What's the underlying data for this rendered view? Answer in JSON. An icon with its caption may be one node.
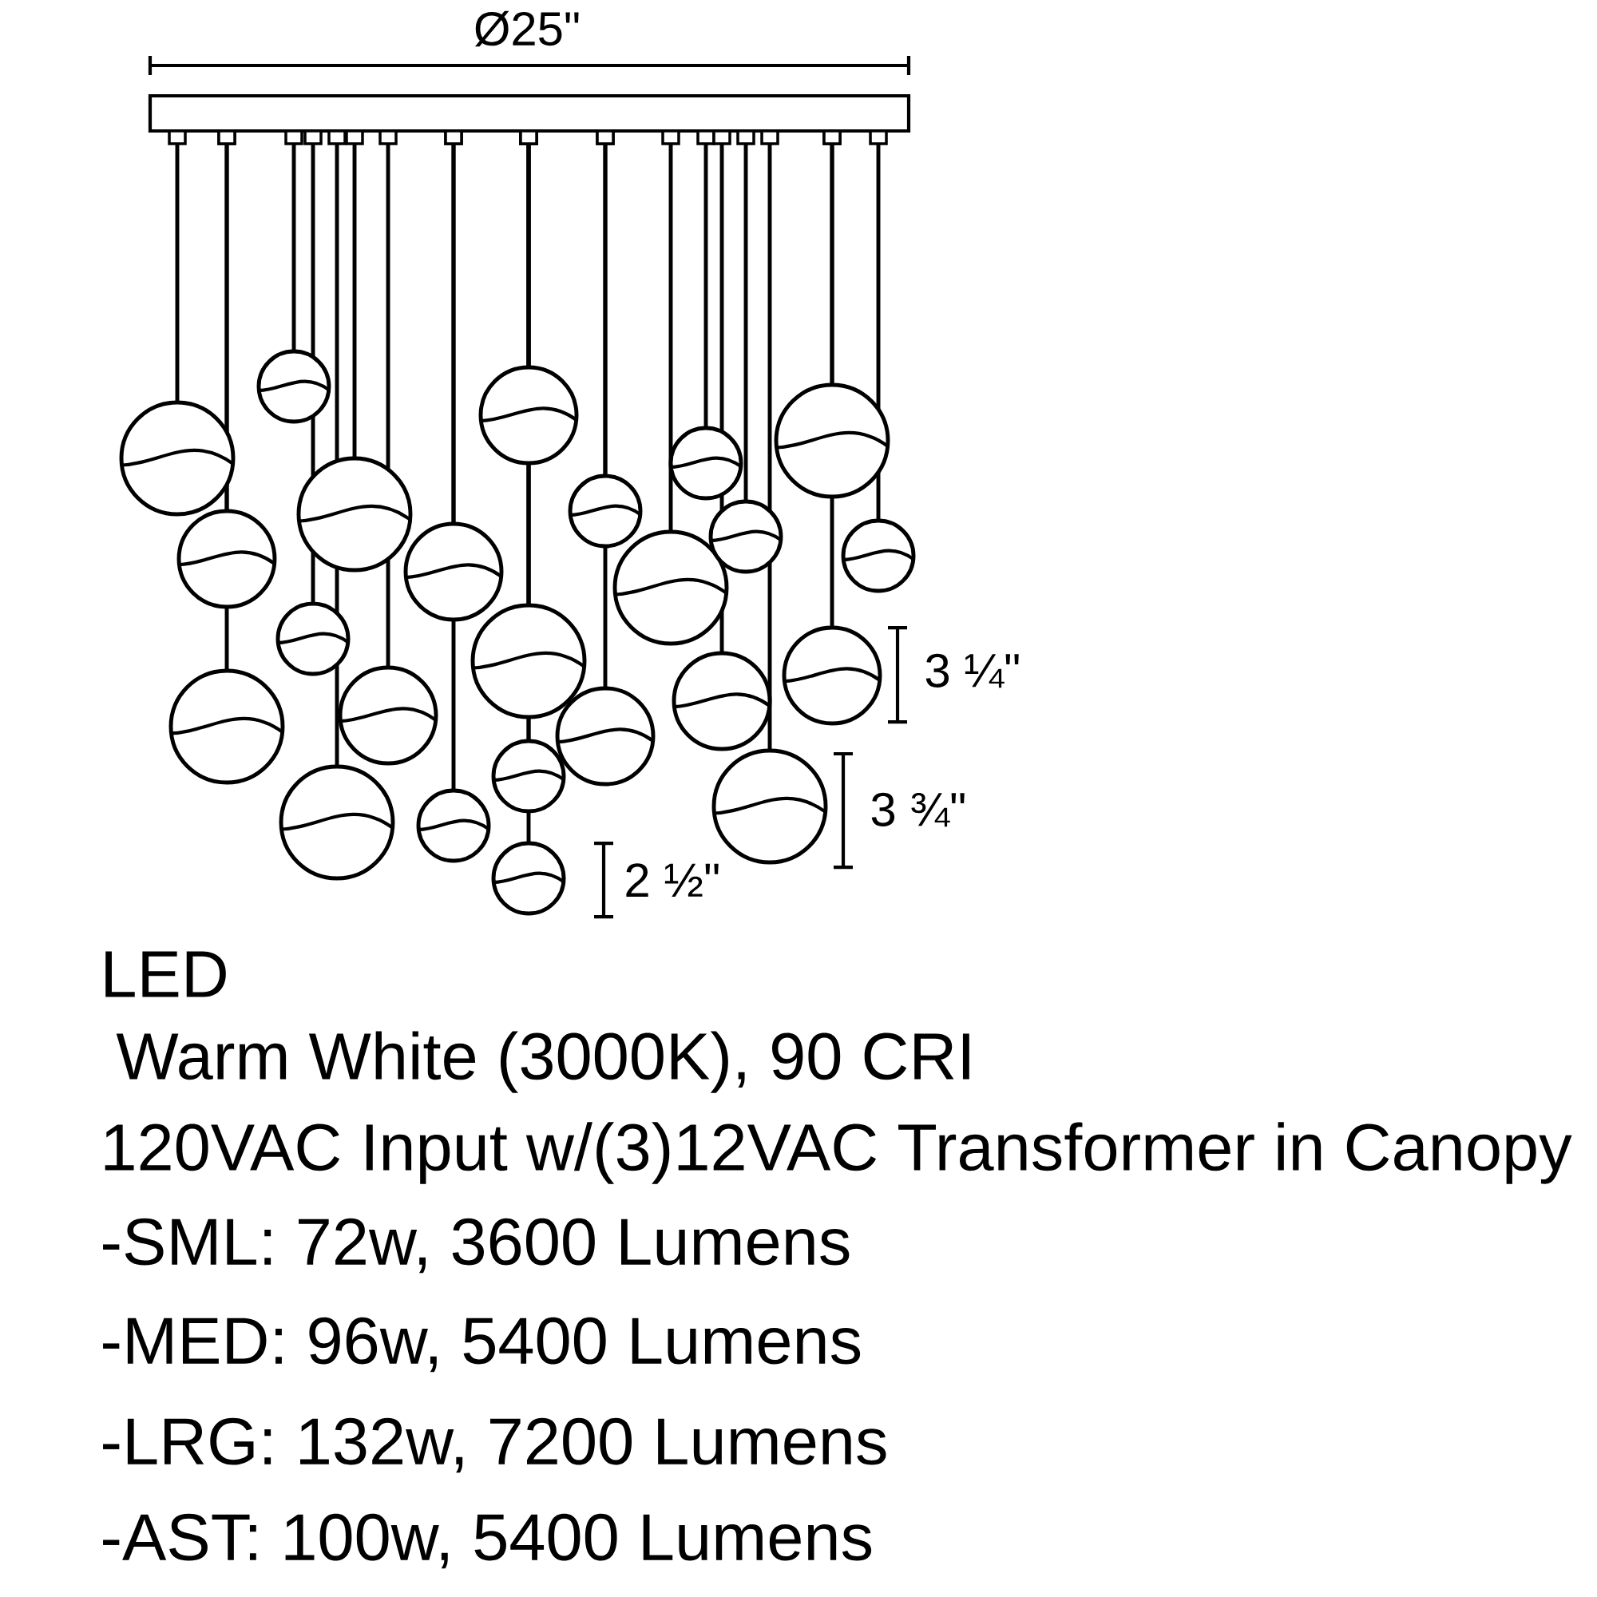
{
  "diagram": {
    "labels": [
      "Ø25\"",
      "3 ¼\"",
      "3 ¾\"",
      "2 ½\"",
      "LED",
      "Warm White (3000K), 90 CRI",
      "120VAC Input w/(3)12VAC Transformer in Canopy",
      "-SML: 72w, 3600 Lumens",
      "-MED: 96w, 5400 Lumens",
      "-LRG: 132w, 7200 Lumens",
      "-AST: 100w, 5400 Lumens"
    ]
  }
}
